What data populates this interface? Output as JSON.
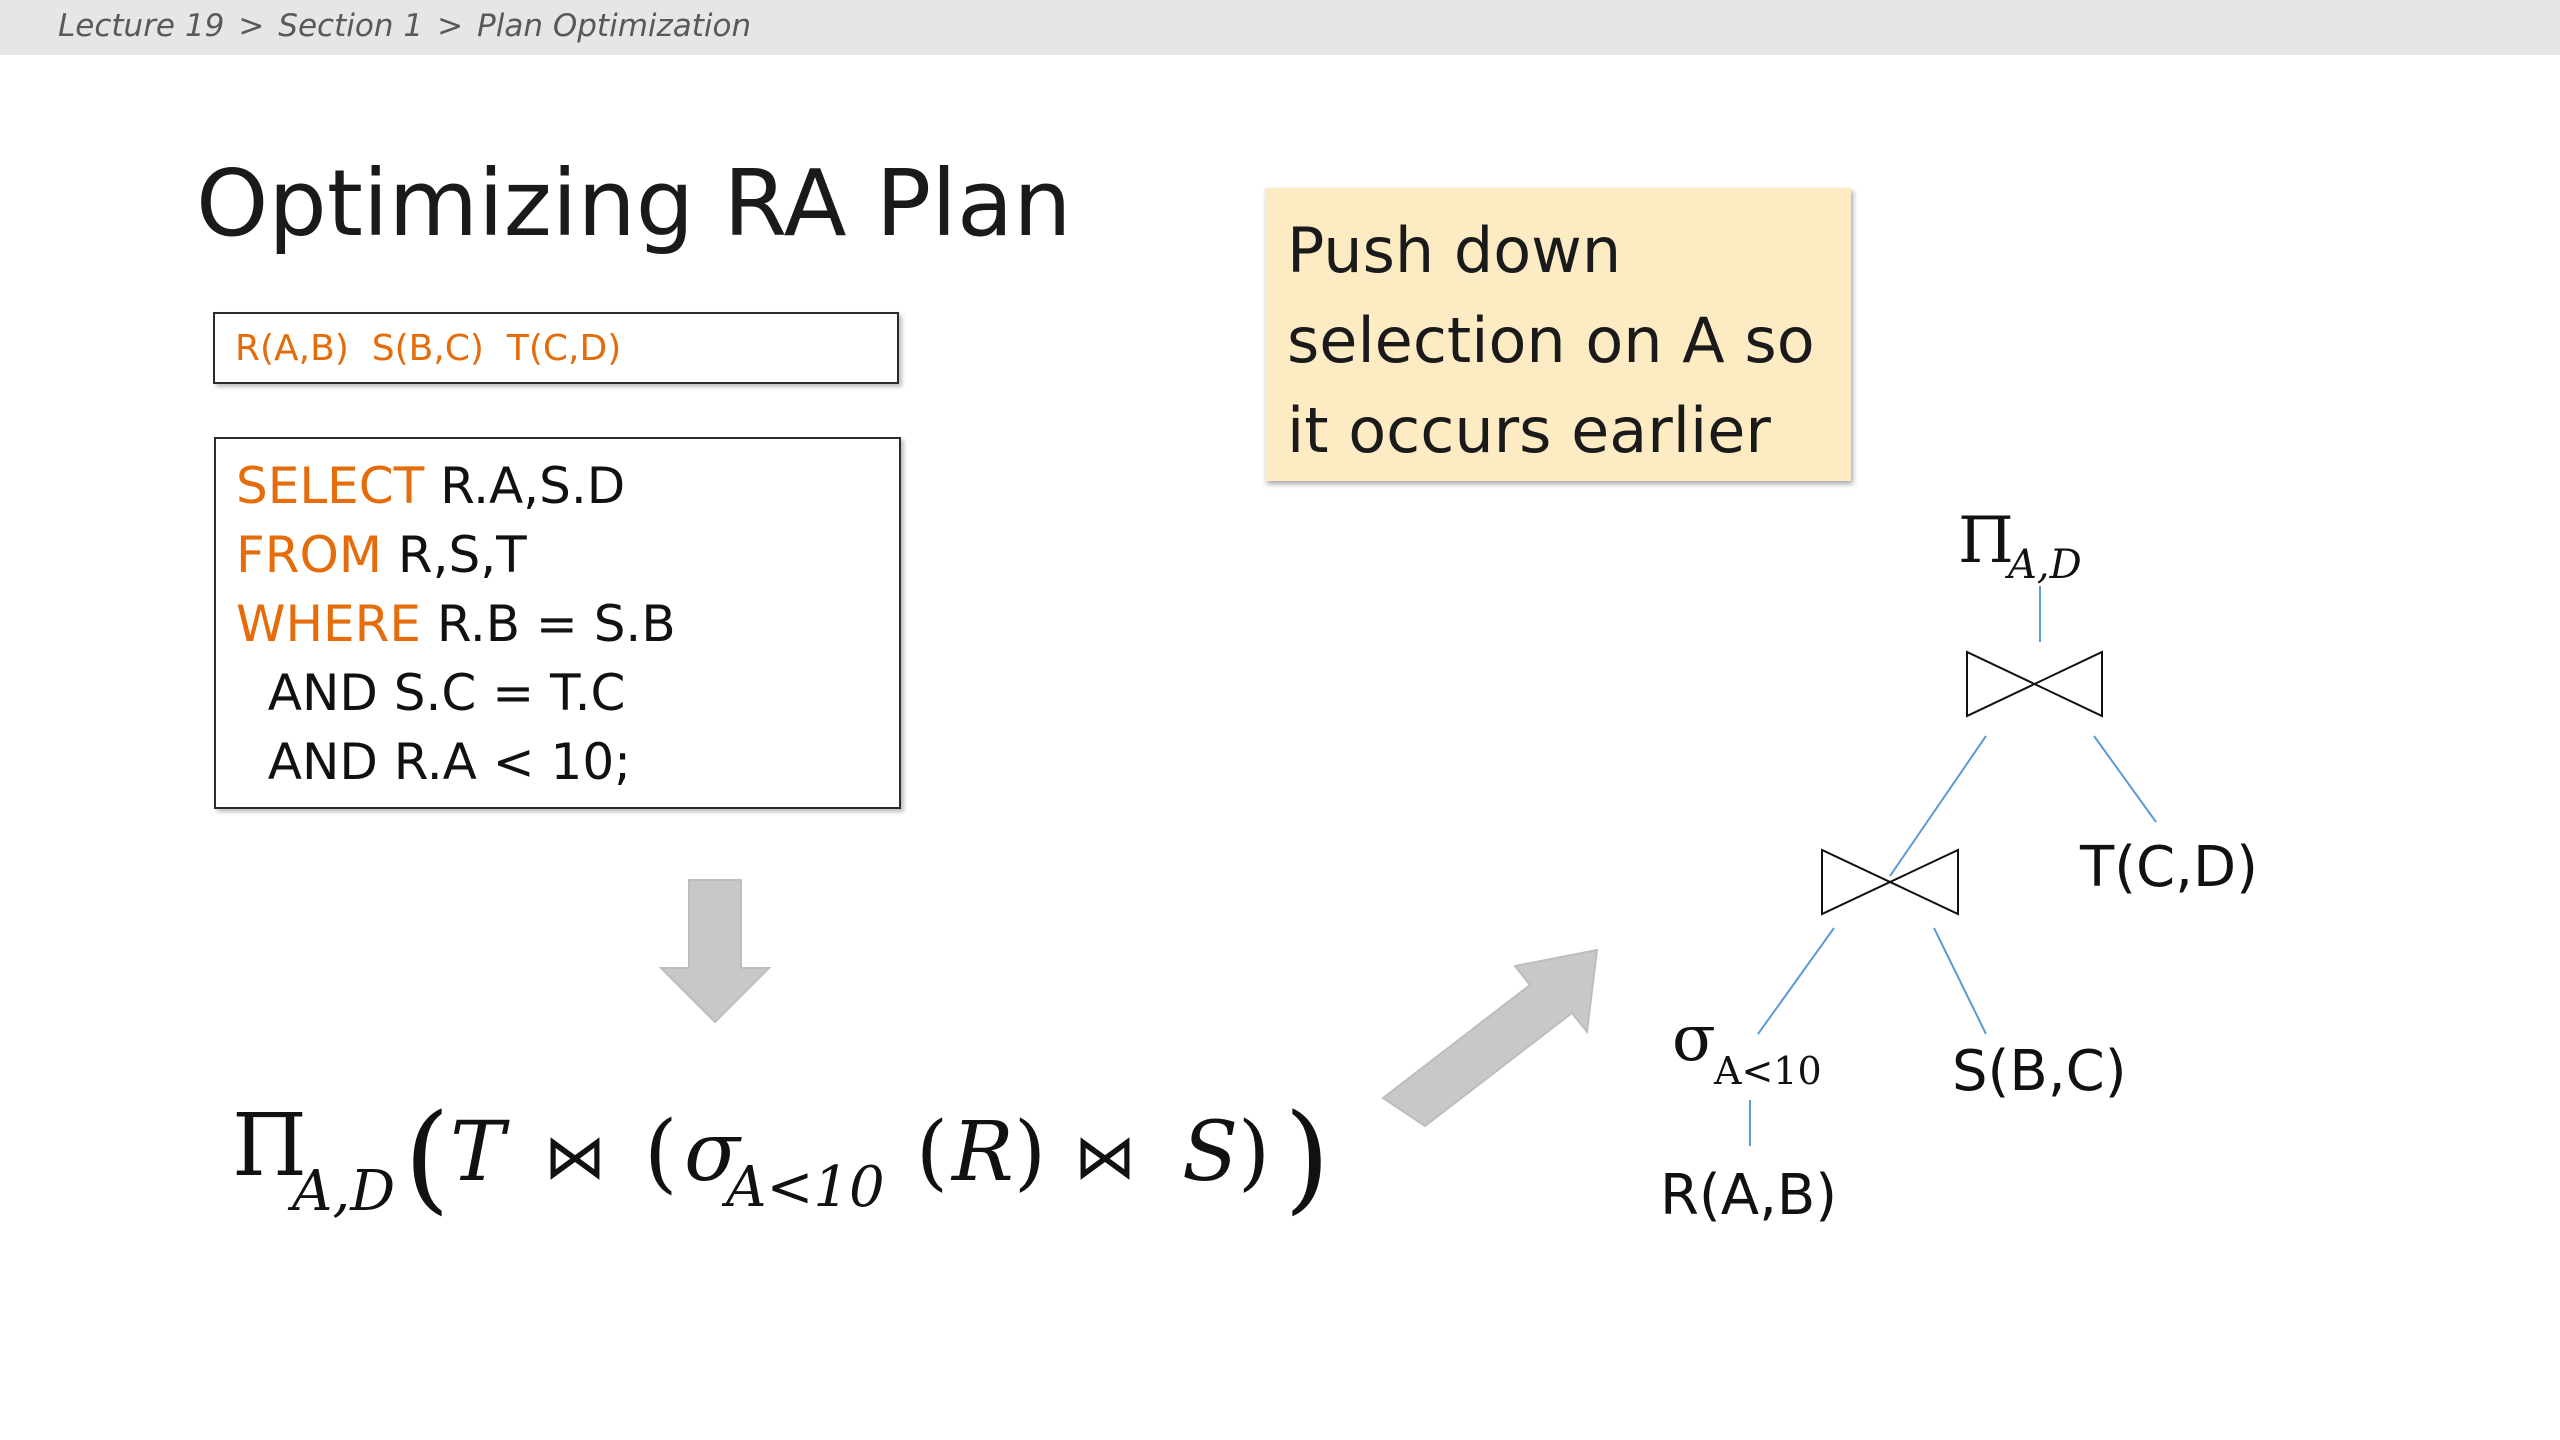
{
  "breadcrumb": {
    "items": [
      "Lecture 19",
      "Section 1",
      "Plan Optimization"
    ],
    "separator": ">"
  },
  "slide": {
    "title": "Optimizing RA Plan",
    "schema": "R(A,B)  S(B,C)  T(C,D)",
    "sql": {
      "line1_kw": "SELECT",
      "line1_rest": " R.A,S.D",
      "line2_kw": "FROM",
      "line2_rest": " R,S,T",
      "line3_kw": "WHERE",
      "line3_rest": " R.B = S.B",
      "line4": "  AND S.C = T.C",
      "line5": "  AND R.A < 10;"
    },
    "note": {
      "line1": "Push down",
      "line2": "selection on A so",
      "line3": "it occurs earlier"
    },
    "formula": {
      "pi": "Π",
      "pi_sub": "A,D",
      "T": "T",
      "sigma": "σ",
      "sigma_sub": "A<10",
      "R": "R",
      "S": "S",
      "join": "⋈"
    },
    "tree": {
      "projection": "Π",
      "projection_sub": "A,D",
      "selection": "σ",
      "selection_sub": "A<10",
      "leaf_T": "T(C,D)",
      "leaf_S": "S(B,C)",
      "leaf_R": "R(A,B)"
    }
  },
  "colors": {
    "keyword": "#e46c0a",
    "note_bg": "#fdebc3",
    "tree_edge": "#5b9bd5",
    "arrow": "#c8c8c8"
  }
}
